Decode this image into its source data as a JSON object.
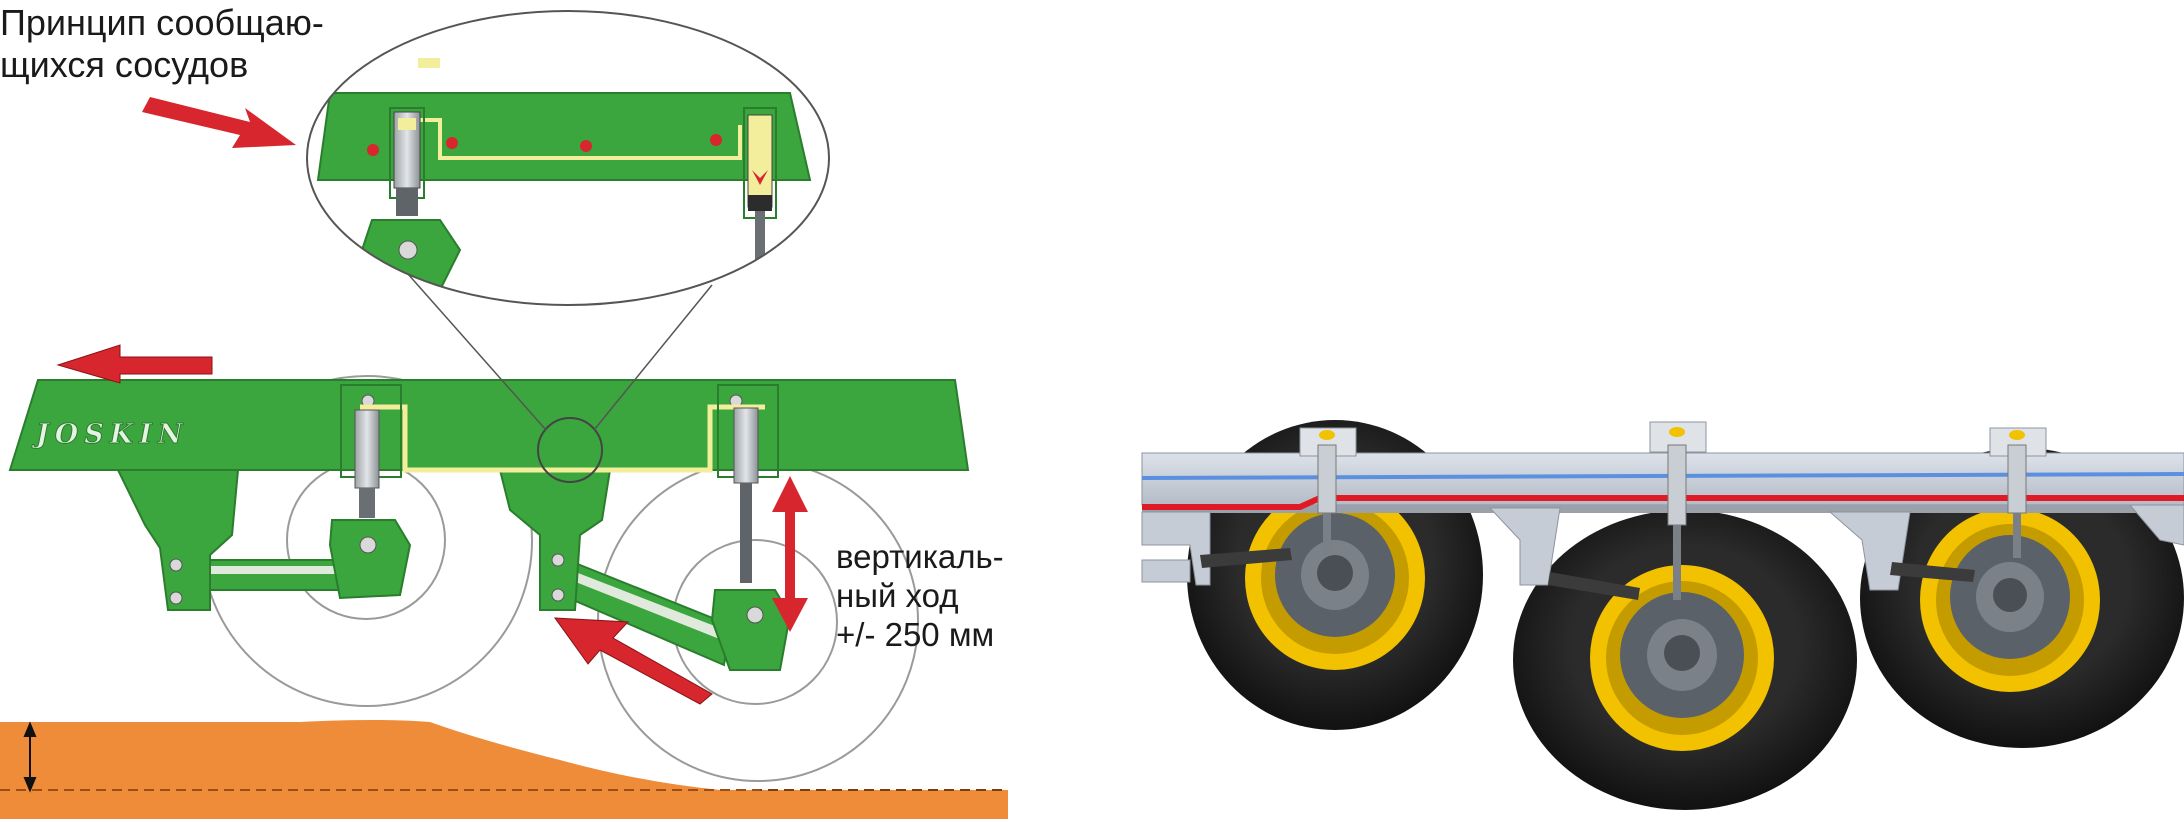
{
  "labels": {
    "principle_line1": "Принцип сообщаю-",
    "principle_line2": "щихся сосудов",
    "travel_line1": "вертикаль-",
    "travel_line2": "ный ход",
    "travel_line3": "+/- 250 мм"
  },
  "logo": {
    "text": "JOSKIN"
  },
  "colors": {
    "frame_green": "#3aa63d",
    "frame_green_dark": "#2b8a30",
    "arrow_red": "#d7262e",
    "ground_orange": "#ee8c3a",
    "oil_yellow": "#f3ee9c",
    "chassis_gray": "#c5ccd6",
    "tire_black": "#1e1e1e",
    "rim_yellow": "#f2c100",
    "hub_gray": "#5b6168",
    "hydraulic_blue": "#5b8fe0",
    "hydraulic_red": "#e01a24"
  },
  "icons": [
    "arrow-left-icon",
    "arrow-right-icon",
    "double-arrow-vertical-icon",
    "dimension-arrow-icon"
  ]
}
